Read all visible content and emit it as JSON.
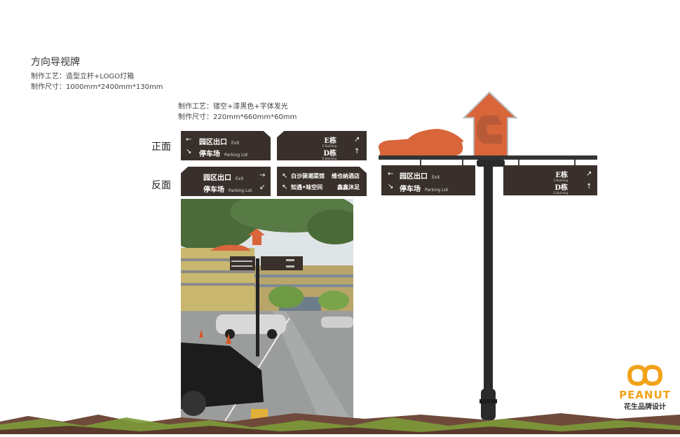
{
  "header": {
    "title": "方向导视牌",
    "process1": "制作工艺：造型立杆+LOGO灯箱",
    "size1": "制作尺寸：1000mm*2400mm*130mm",
    "process2": "制作工艺：镂空+漆黑色+字体发光",
    "size2": "制作尺寸：220mm*660mm*60mm"
  },
  "labels": {
    "front": "正面",
    "back": "反面"
  },
  "signs": {
    "exit_cn": "园区出口",
    "exit_en": "Exit",
    "parking_cn": "停车场",
    "parking_en": "Parking Lot",
    "e_cn": "E栋",
    "e_en": "E Building",
    "d_cn": "D栋",
    "d_en": "D Building",
    "r1_left": "白沙驿湘菜馆",
    "r1_right": "维也纳酒店",
    "r2_left": "知遇•味空间",
    "r2_right": "鑫鑫沐足"
  },
  "logo": {
    "name": "PEANUT",
    "subtitle": "花生品牌设计"
  },
  "colors": {
    "sign_bg": "#3a302b",
    "accent_orange": "#d9653b",
    "logo_orange": "#f2a21a",
    "pole": "#2a2a2a"
  }
}
